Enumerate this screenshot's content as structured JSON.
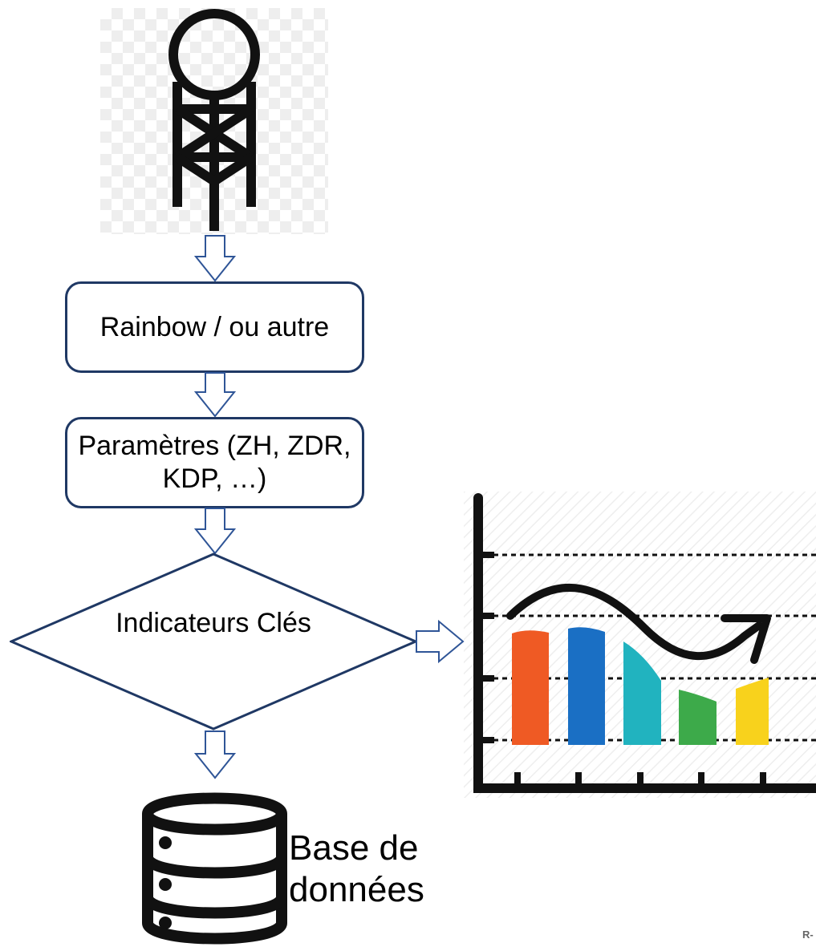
{
  "flow": {
    "step1_label": "Rainbow / ou autre",
    "step2_label": "Paramètres (ZH, ZDR, KDP, …)",
    "decision_label": "Indicateurs Clés",
    "storage_label": "Base de données"
  },
  "footer": {
    "code": "R-"
  },
  "colors": {
    "box_border": "#1f3864",
    "arrow_outline": "#2f5597",
    "bar_orange": "#ef5a24",
    "bar_blue": "#1a6fc4",
    "bar_teal": "#21b3bf",
    "bar_green": "#3daa4a",
    "bar_yellow": "#f8d21c"
  },
  "icons": [
    "radar-tower-icon",
    "chart-icon",
    "database-icon",
    "hollow-arrow-icon"
  ]
}
